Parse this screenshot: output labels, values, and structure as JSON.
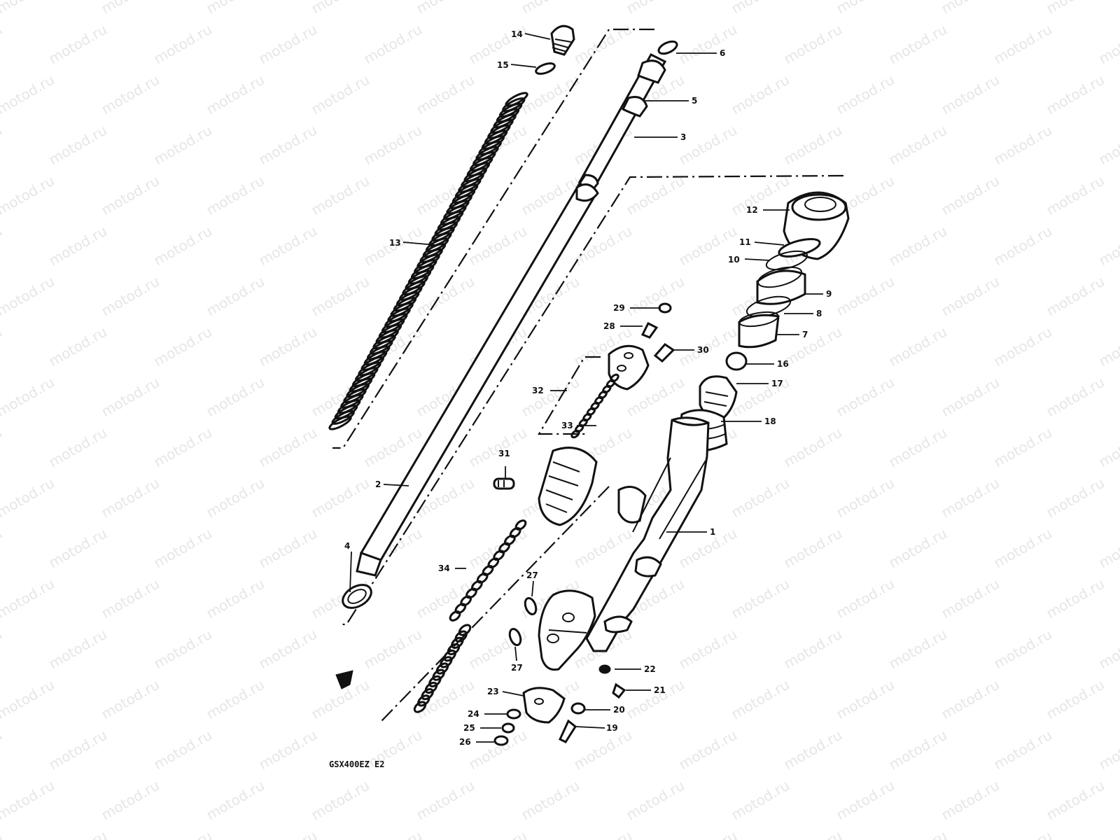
{
  "watermark": "motod.ru",
  "diagram_code": "GSX400EZ E2",
  "callouts": {
    "c1": "1",
    "c2": "2",
    "c3": "3",
    "c4": "4",
    "c5": "5",
    "c6": "6",
    "c7": "7",
    "c8": "8",
    "c9": "9",
    "c10": "10",
    "c11": "11",
    "c12": "12",
    "c13": "13",
    "c14": "14",
    "c15": "15",
    "c16": "16",
    "c17": "17",
    "c18": "18",
    "c19": "19",
    "c20": "20",
    "c21": "21",
    "c22": "22",
    "c23": "23",
    "c24": "24",
    "c25": "25",
    "c26": "26",
    "c27a": "27",
    "c27b": "27",
    "c28": "28",
    "c29": "29",
    "c30": "30",
    "c31": "31",
    "c32": "32",
    "c33": "33",
    "c34": "34"
  }
}
